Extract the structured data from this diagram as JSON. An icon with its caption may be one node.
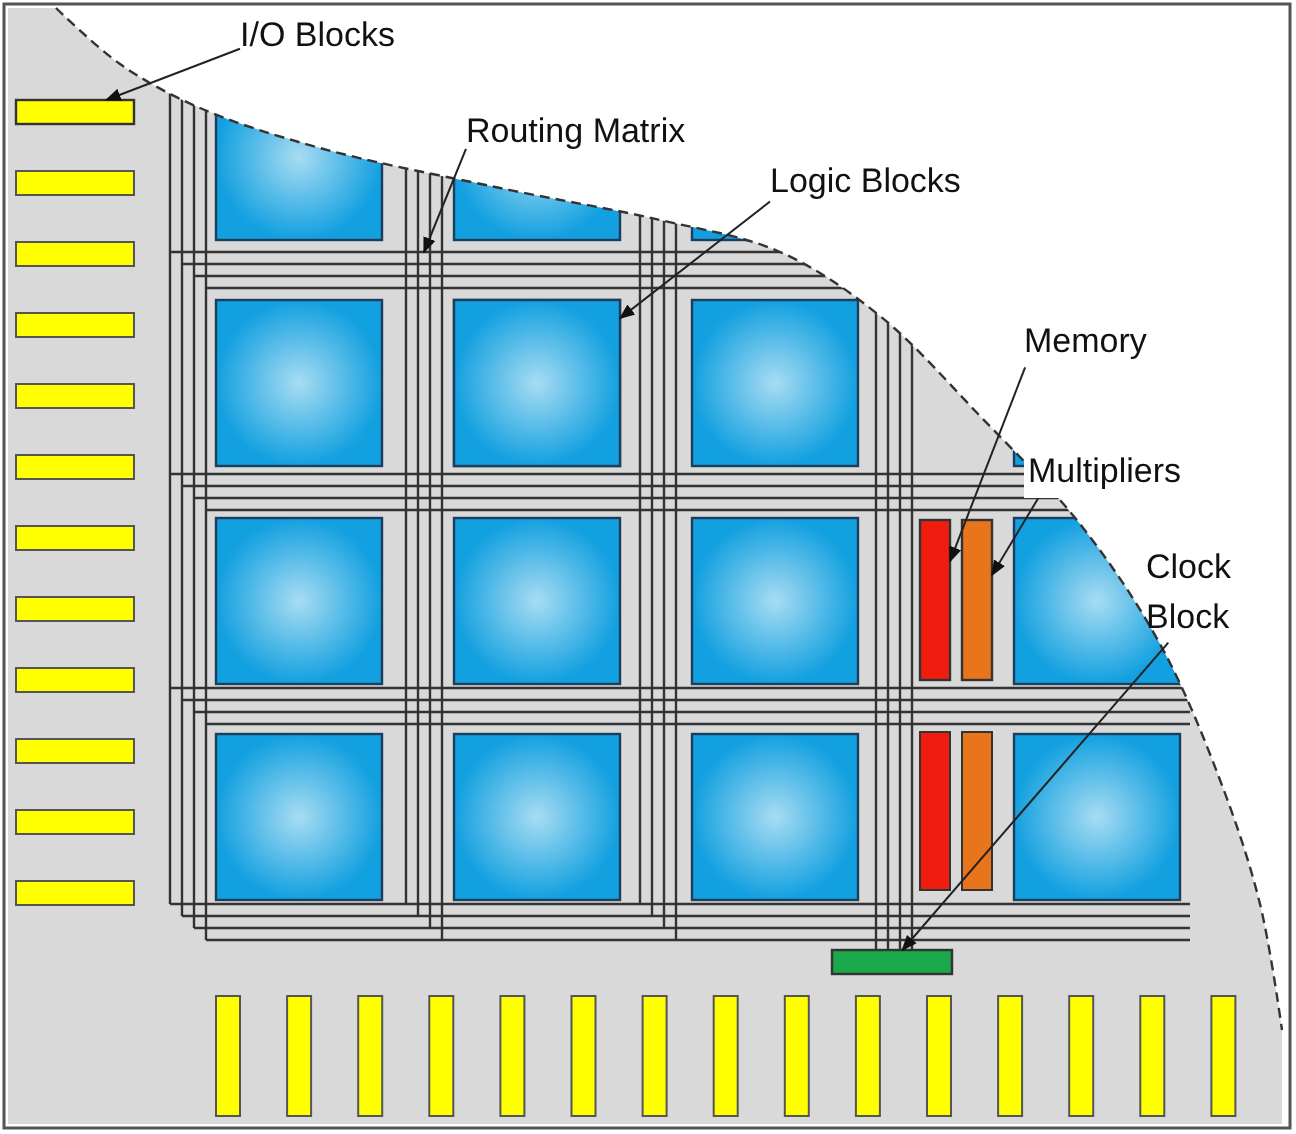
{
  "diagram": {
    "nodes": [
      {
        "text": [
          "I/O Blocks"
        ]
      },
      {
        "text": [],
        "shape": "bar"
      },
      {
        "text": [
          "Routing Matrix"
        ]
      },
      {
        "text": [
          "Logic Blocks"
        ]
      },
      {
        "text": [],
        "shape": "box"
      },
      {
        "text": [
          "Memory"
        ]
      },
      {
        "text": [],
        "shape": "bar"
      },
      {
        "text": [
          "Multipliers"
        ]
      },
      {
        "text": [],
        "shape": "bar"
      },
      {
        "text": [
          "Clock Block"
        ]
      },
      {
        "text": [],
        "shape": "bar"
      }
    ],
    "edges": [
      {
        "from": 0,
        "to": 1,
        "arrow": "to"
      },
      {
        "from": 2,
        "to": null,
        "arrow": "to"
      },
      {
        "from": 3,
        "to": 4,
        "arrow": "to"
      },
      {
        "from": 5,
        "to": 6,
        "arrow": "to"
      },
      {
        "from": 7,
        "to": 8,
        "arrow": "to"
      },
      {
        "from": 9,
        "to": 10,
        "arrow": "to"
      }
    ]
  }
}
